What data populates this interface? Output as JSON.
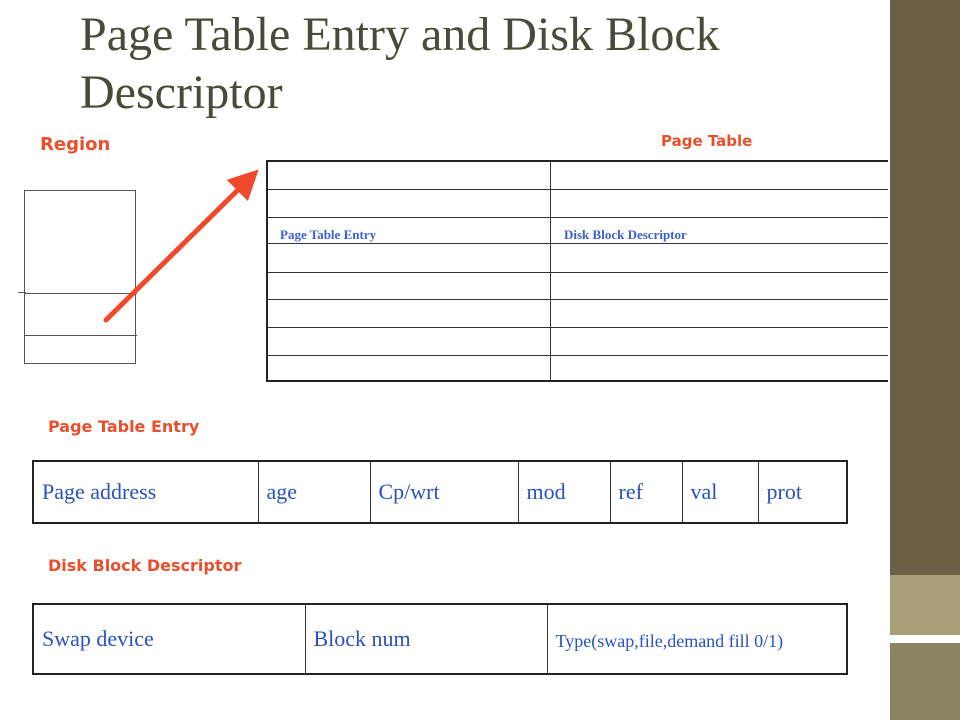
{
  "title": "Page Table Entry and Disk Block Descriptor",
  "labels": {
    "region": "Region",
    "page_table": "Page Table",
    "page_table_entry": "Page Table Entry",
    "disk_block_descriptor": "Disk Block Descriptor"
  },
  "page_table": {
    "row_text": [
      "Page Table Entry",
      "Disk Block Descriptor"
    ]
  },
  "pte_fields": [
    "Page address",
    "age",
    "Cp/wrt",
    "mod",
    "ref",
    "val",
    "prot"
  ],
  "dbd_fields": [
    "Swap device",
    "Block num",
    "Type(swap,file,demand fill 0/1)"
  ],
  "colors": {
    "label_red": "#e8502c",
    "field_text_blue": "#2a52be",
    "title_text": "#4a4a38",
    "side_bar": "#6b6047",
    "arrow": "#f0482a"
  }
}
